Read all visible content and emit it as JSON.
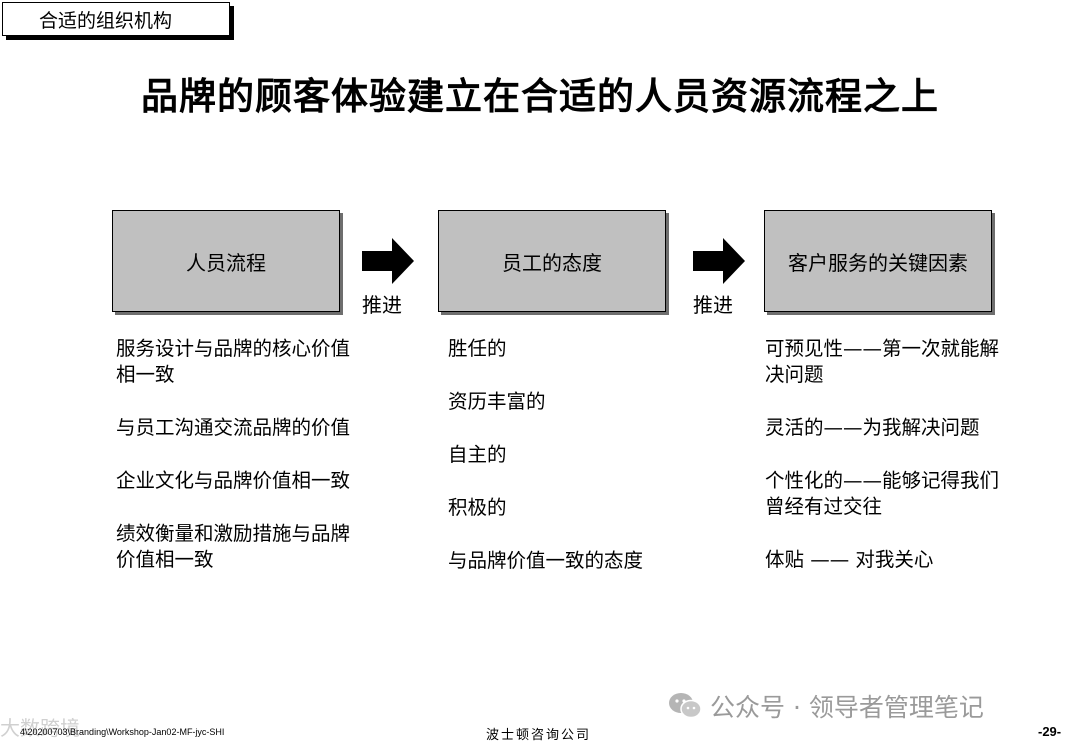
{
  "section_tag": "合适的组织机构",
  "headline": "品牌的顾客体验建立在合适的人员资源流程之上",
  "boxes": [
    "人员流程",
    "员工的态度",
    "客户服务的关键因素"
  ],
  "arrow_label": "推进",
  "columns": {
    "people_process": [
      "服务设计与品牌的核心价值相一致",
      "与员工沟通交流品牌的价值",
      "企业文化与品牌价值相一致",
      "绩效衡量和激励措施与品牌价值相一致"
    ],
    "employee_attitude": [
      "胜任的",
      "资历丰富的",
      "自主的",
      "积极的",
      "与品牌价值一致的态度"
    ],
    "service_factors": [
      "可预见性——第一次就能解决问题",
      "灵活的——为我解决问题",
      "个性化的——能够记得我们曾经有过交往",
      "体贴 —— 对我关心"
    ]
  },
  "footer": {
    "left": "4\\20200703\\Branding\\Workshop-Jan02-MF-jyc-SHI",
    "center": "波士顿咨询公司",
    "page": "-29-"
  },
  "watermark": {
    "wechat": "公众号 · 领导者管理笔记",
    "left": "大数跨境"
  },
  "colors": {
    "box_fill": "#c0c0c0",
    "text": "#000000",
    "watermark": "#9a9a9a"
  }
}
